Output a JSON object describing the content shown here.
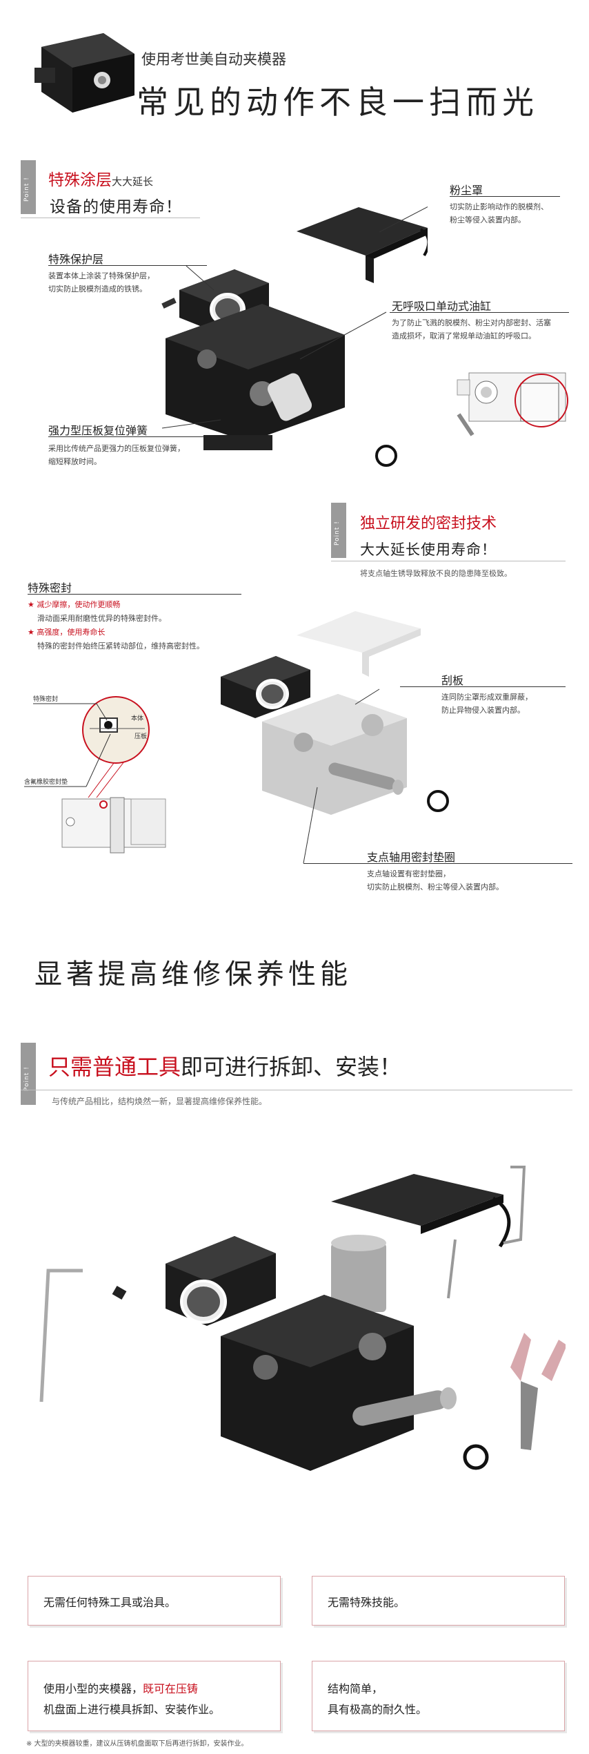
{
  "header": {
    "subtitle": "使用考世美自动夹模器",
    "title": "常见的动作不良一扫而光"
  },
  "point_label": "Point !",
  "section1": {
    "heading_red": "特殊涂层",
    "heading_small": "大大延长",
    "heading_line2": "设备的使用寿命！",
    "dust_cover": {
      "title": "粉尘罩",
      "text1": "切实防止影响动作的脱模剂、",
      "text2": "粉尘等侵入装置内部。"
    },
    "protect_layer": {
      "title": "特殊保护层",
      "text1": "装置本体上涂装了特殊保护层，",
      "text2": "切实防止脱模剂造成的铁锈。"
    },
    "oil_cylinder": {
      "title": "无呼吸口单动式油缸",
      "text1": "为了防止飞溅的脱模剂、粉尘对内部密封、活塞",
      "text2": "造成损坏，取消了常规单动油缸的呼吸口。"
    },
    "spring": {
      "title": "强力型压板复位弹簧",
      "text1": "采用比传统产品更强力的压板复位弹簧，",
      "text2": "缩短释放时间。"
    }
  },
  "section2": {
    "heading_red": "独立研发的密封技术",
    "heading_line2": "大大延长使用寿命！",
    "note": "将支点轴生锈导致释放不良的隐患降至极致。",
    "seal": {
      "title": "特殊密封",
      "item1_red": "★ 减少摩擦，使动作更顺畅",
      "item1_text": "滑动面采用耐磨性优异的特殊密封件。",
      "item2_red": "★ 高强度，使用寿命长",
      "item2_text": "特殊的密封件始终压紧转动部位，维持高密封性。"
    },
    "diagram": {
      "label_seal": "特殊密封",
      "label_body": "本体",
      "label_plate": "压板",
      "label_gasket": "含氟橡胶密封垫"
    },
    "scraper": {
      "title": "刮板",
      "text1": "连同防尘罩形成双重屏蔽，",
      "text2": "防止异物侵入装置内部。"
    },
    "pivot": {
      "title": "支点轴用密封垫圈",
      "text1": "支点轴设置有密封垫圈，",
      "text2": "切实防止脱模剂、粉尘等侵入装置内部。"
    }
  },
  "section3": {
    "big_title": "显著提高维修保养性能",
    "heading_red": "只需普通工具",
    "heading_rest": "即可进行拆卸、安装！",
    "note": "与传统产品相比，结构焕然一新，显著提高维修保养性能。"
  },
  "features": {
    "box1": "无需任何特殊工具或治具。",
    "box2": "无需特殊技能。",
    "box3_line1_a": "使用小型的夹模器，",
    "box3_line1_red": "既可在压铸",
    "box3_line2_red": "机盘面上进行模具拆卸、安装作业。",
    "box4_line1": "结构简单，",
    "box4_line2": "具有极高的耐久性。"
  },
  "footnote": "※ 大型的夹模器较重，建议从压铸机盘面取下后再进行拆卸，安装作业。"
}
